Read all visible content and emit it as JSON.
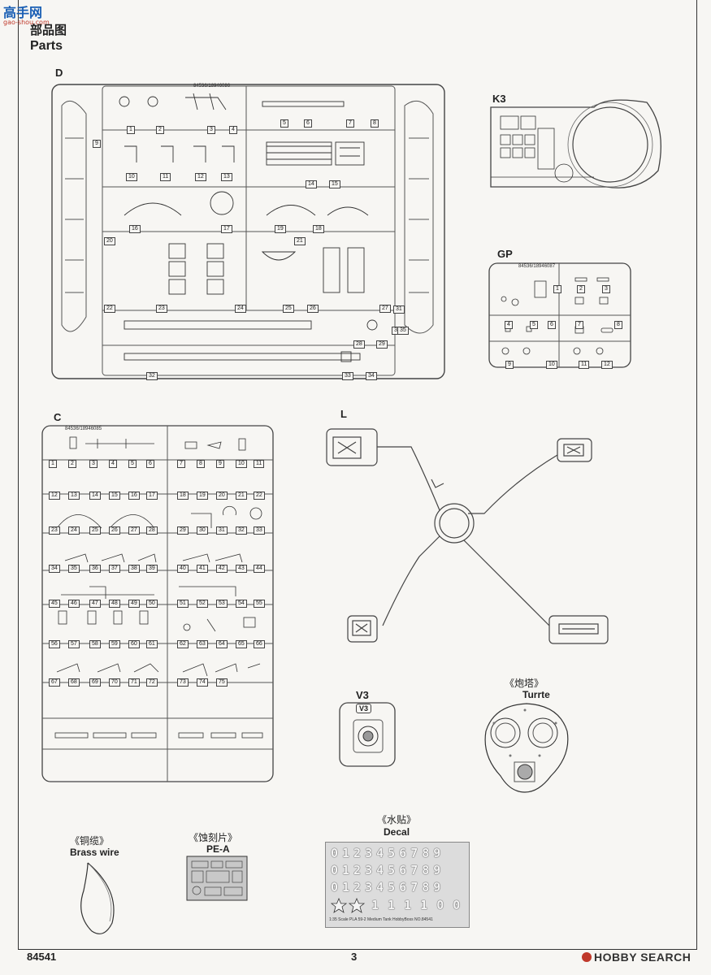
{
  "header": {
    "logo_text": "高手网",
    "logo_sub": "gao-shou.com",
    "title_cn": "部品图",
    "title_en": "Parts"
  },
  "sprues": {
    "d": {
      "label": "D",
      "code": "84536/18946086"
    },
    "k3": {
      "label": "K3"
    },
    "gp": {
      "label": "GP",
      "code": "84536/18946087"
    },
    "c": {
      "label": "C",
      "code": "84536/18946085"
    },
    "l": {
      "label": "L"
    },
    "v3": {
      "label": "V3",
      "tag": "V3"
    }
  },
  "d_numbers": [
    "1",
    "2",
    "3",
    "4",
    "5",
    "6",
    "7",
    "8",
    "9",
    "10",
    "11",
    "12",
    "13",
    "14",
    "15",
    "16",
    "17",
    "18",
    "19",
    "20",
    "21",
    "22",
    "23",
    "24",
    "25",
    "26",
    "27",
    "28",
    "29",
    "30",
    "31",
    "32",
    "33",
    "34",
    "35"
  ],
  "gp_numbers": [
    "1",
    "2",
    "3",
    "4",
    "5",
    "6",
    "7",
    "8",
    "9",
    "10",
    "11",
    "12"
  ],
  "turret": {
    "label_cn": "《炮塔》",
    "label_en": "Turrte"
  },
  "brass": {
    "label_cn": "《铜缆》",
    "label_en": "Brass wire"
  },
  "pe": {
    "label_cn": "《蚀刻片》",
    "label_en": "PE-A"
  },
  "decal": {
    "label_cn": "《水贴》",
    "label_en": "Decal",
    "rows": [
      "0123456789",
      "0123456789",
      "0123456789"
    ],
    "bottom_row": "1 1 1 1 0 0",
    "caption": "1:35 Scale  PLA 59-2 Medium Tank  HobbyBoss  NO.84541"
  },
  "footer": {
    "kit_number": "84541",
    "page_number": "3",
    "watermark": "HOBBY SEARCH"
  }
}
